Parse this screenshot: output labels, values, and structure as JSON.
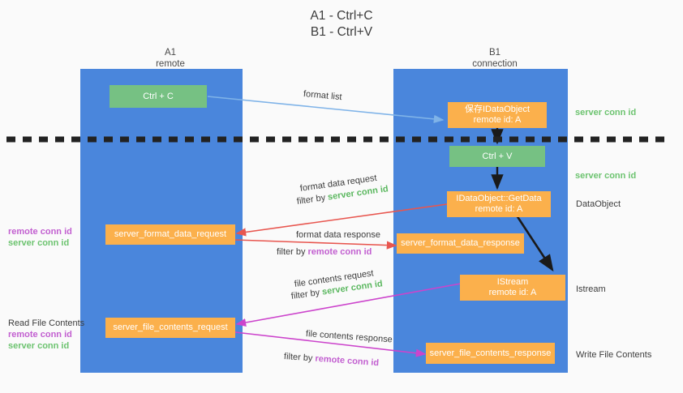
{
  "title": "A1 - Ctrl+C\nB1 - Ctrl+V",
  "colors": {
    "background": "#fafafa",
    "lane": "#4a86dc",
    "node_green": "#76c183",
    "node_orange": "#fbb04c",
    "server_conn_id": "#6cc36f",
    "remote_conn_id": "#c25fd0",
    "arrow_blue": "#7fb3e8",
    "arrow_red": "#e8564f",
    "arrow_magenta": "#cc44cc",
    "arrow_black": "#1a1a1a",
    "divider": "#222222"
  },
  "lanes": [
    {
      "id": "a1",
      "name": "A1",
      "sub": "remote"
    },
    {
      "id": "b1",
      "name": "B1",
      "sub": "connection"
    }
  ],
  "nodes": [
    {
      "id": "ctrl-c",
      "lane": "a1",
      "style": "green",
      "lines": [
        "Ctrl + C"
      ]
    },
    {
      "id": "save-idataobject",
      "lane": "b1",
      "style": "orange",
      "lines": [
        "保存IDataObject",
        "remote id: A"
      ]
    },
    {
      "id": "ctrl-v",
      "lane": "b1",
      "style": "green",
      "lines": [
        "Ctrl + V"
      ]
    },
    {
      "id": "idataobject-getdata",
      "lane": "b1",
      "style": "orange",
      "lines": [
        "IDataObject::GetData",
        "remote id: A"
      ]
    },
    {
      "id": "server-format-data-request",
      "lane": "a1",
      "style": "orange",
      "lines": [
        "server_format_data_request"
      ]
    },
    {
      "id": "server-format-data-response",
      "lane": "b1",
      "style": "orange",
      "lines": [
        "server_format_data_response"
      ]
    },
    {
      "id": "istream",
      "lane": "b1",
      "style": "orange",
      "lines": [
        "IStream",
        "remote id: A"
      ]
    },
    {
      "id": "server-file-contents-request",
      "lane": "a1",
      "style": "orange",
      "lines": [
        "server_file_contents_request"
      ]
    },
    {
      "id": "server-file-contents-response",
      "lane": "b1",
      "style": "orange",
      "lines": [
        "server_file_contents_response"
      ]
    }
  ],
  "edge_labels": [
    {
      "id": "format-list",
      "text": "format list"
    },
    {
      "id": "format-data-request",
      "text": "format data request"
    },
    {
      "id": "format-data-req-filter",
      "prefix": "filter by ",
      "token": "server conn id",
      "token_color": "server"
    },
    {
      "id": "format-data-response",
      "text": "format data response"
    },
    {
      "id": "format-data-res-filter",
      "prefix": "filter by ",
      "token": "remote conn id",
      "token_color": "remote"
    },
    {
      "id": "file-contents-request",
      "text": "file contents request"
    },
    {
      "id": "file-contents-req-filter",
      "prefix": "filter by ",
      "token": "server conn id",
      "token_color": "server"
    },
    {
      "id": "file-contents-response",
      "text": "file contents response"
    },
    {
      "id": "file-contents-res-filter",
      "prefix": "filter by ",
      "token": "remote conn id",
      "token_color": "remote"
    }
  ],
  "right_notes": [
    {
      "id": "right-server-conn-id-1",
      "lines": [
        {
          "text": "server conn id",
          "color": "server"
        }
      ]
    },
    {
      "id": "right-server-conn-id-2",
      "lines": [
        {
          "text": "server conn id",
          "color": "server"
        }
      ]
    },
    {
      "id": "right-dataobject",
      "lines": [
        {
          "text": "DataObject",
          "color": "plain"
        }
      ]
    },
    {
      "id": "right-istream",
      "lines": [
        {
          "text": "Istream",
          "color": "plain"
        }
      ]
    },
    {
      "id": "right-write-file",
      "lines": [
        {
          "text": "Write File Contents",
          "color": "plain"
        }
      ]
    }
  ],
  "left_notes": [
    {
      "id": "left-conn-ids-1",
      "lines": [
        {
          "text": "remote conn id",
          "color": "remote"
        },
        {
          "text": "server conn id",
          "color": "server"
        }
      ]
    },
    {
      "id": "left-read-file",
      "lines": [
        {
          "text": "Read File Contents",
          "color": "plain"
        },
        {
          "text": "remote conn id",
          "color": "remote"
        },
        {
          "text": "server conn id",
          "color": "server"
        }
      ]
    }
  ]
}
